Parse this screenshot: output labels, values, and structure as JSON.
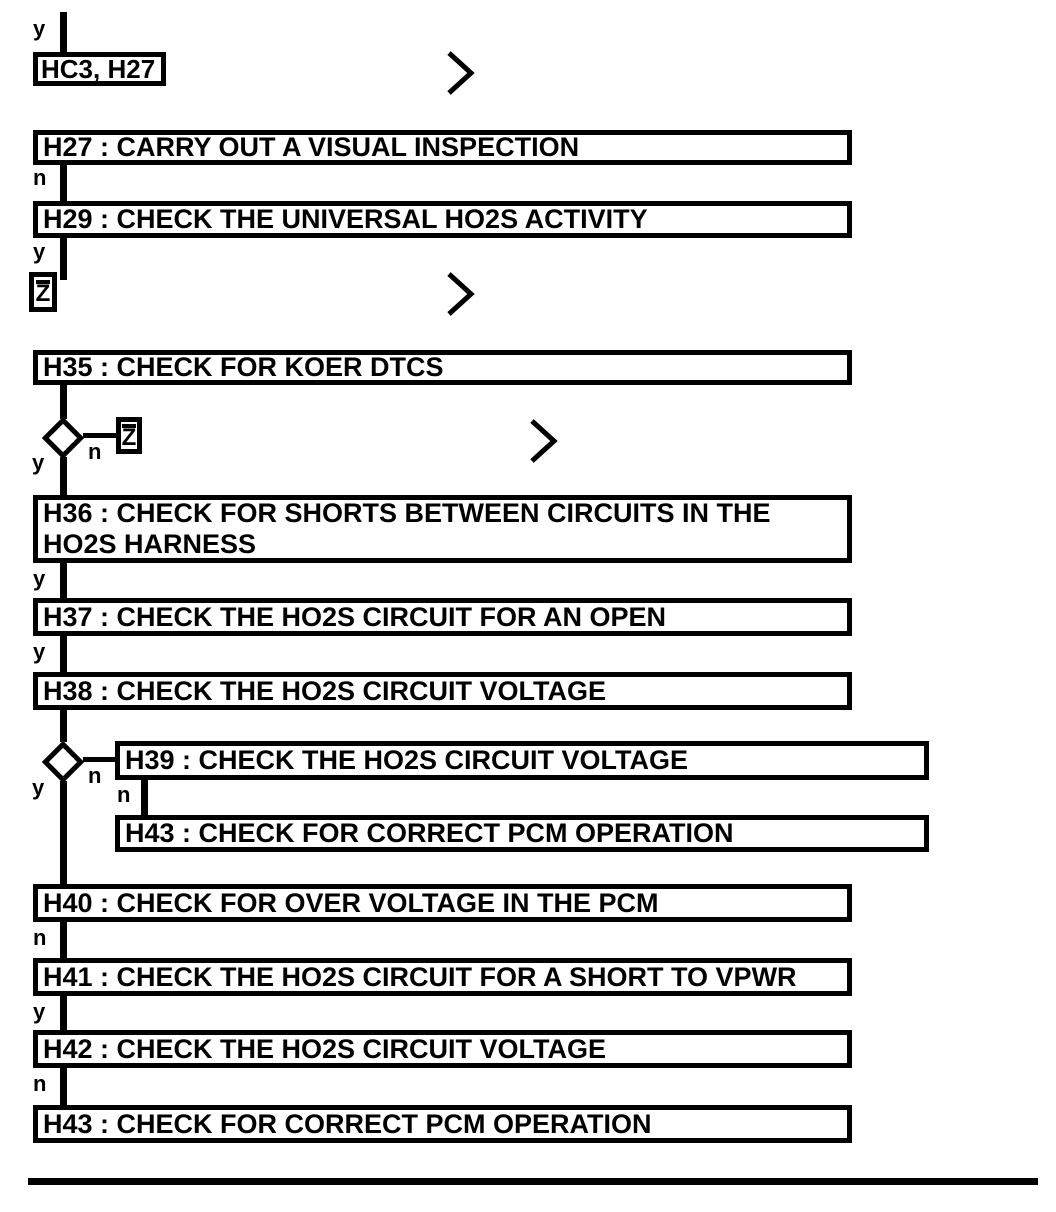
{
  "edge_labels": {
    "yes": "y",
    "no": "n"
  },
  "nodes": {
    "start": {
      "label": "HC3, H27"
    },
    "h27": {
      "label": "H27 : CARRY OUT A VISUAL INSPECTION"
    },
    "h29": {
      "label": "H29 : CHECK THE UNIVERSAL HO2S ACTIVITY"
    },
    "z1": {
      "label": "Z"
    },
    "h35": {
      "label": "H35 : CHECK FOR KOER DTCS"
    },
    "z2": {
      "label": "Z"
    },
    "h36": {
      "label": "H36 : CHECK FOR SHORTS BETWEEN CIRCUITS IN THE HO2S HARNESS"
    },
    "h37": {
      "label": "H37 : CHECK THE HO2S CIRCUIT FOR AN OPEN"
    },
    "h38": {
      "label": "H38 : CHECK THE HO2S CIRCUIT VOLTAGE"
    },
    "h39": {
      "label": "H39 : CHECK THE HO2S CIRCUIT VOLTAGE"
    },
    "h43a": {
      "label": "H43 : CHECK FOR CORRECT PCM OPERATION"
    },
    "h40": {
      "label": "H40 : CHECK FOR OVER VOLTAGE IN THE PCM"
    },
    "h41": {
      "label": "H41 : CHECK THE HO2S CIRCUIT FOR A SHORT TO VPWR"
    },
    "h42": {
      "label": "H42 : CHECK THE HO2S CIRCUIT VOLTAGE"
    },
    "h43b": {
      "label": "H43 : CHECK FOR CORRECT PCM OPERATION"
    }
  },
  "icons": {
    "continuation_arrow": "chevron-right"
  },
  "colors": {
    "ink": "#000000",
    "paper": "#ffffff"
  }
}
